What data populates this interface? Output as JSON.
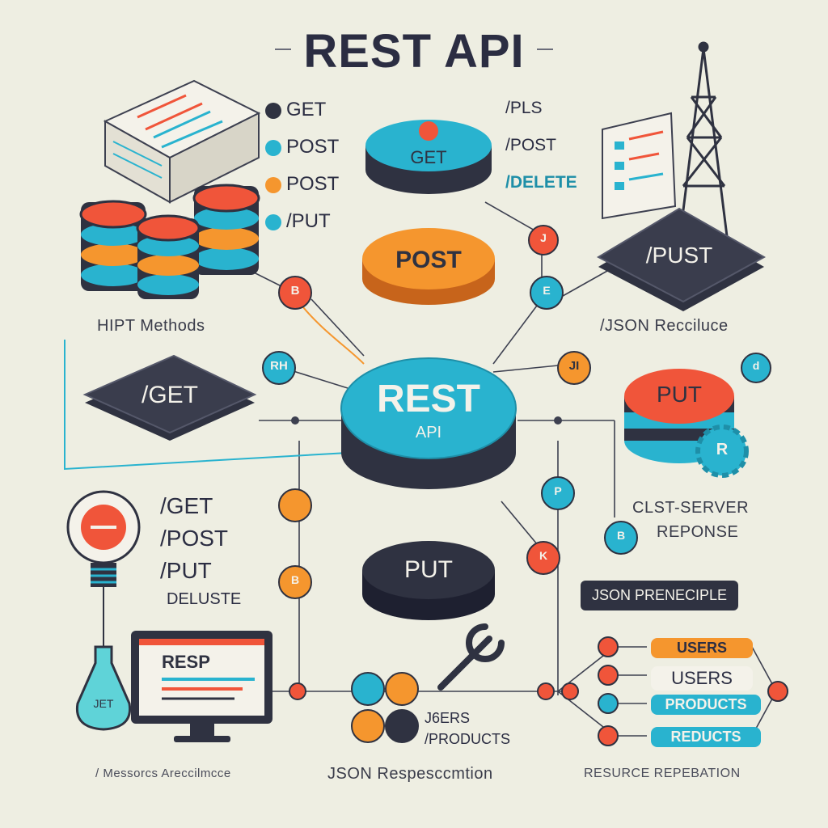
{
  "title": "REST API",
  "colors": {
    "background": "#eeeee2",
    "dark": "#2f3241",
    "orange": "#f0553a",
    "amber": "#f5962e",
    "teal": "#29b3cf",
    "navy": "#2b2d42"
  },
  "methods_list": {
    "items": [
      "GET",
      "POST",
      "POST",
      "/PUT"
    ],
    "caption": "HIPT Methods"
  },
  "top_center": {
    "disc_label": "GET",
    "routes": [
      "/PLS",
      "/POST",
      "/DELETE"
    ]
  },
  "top_right": {
    "disc_label": "/PUST",
    "caption": "/JSON Recciluce"
  },
  "center": {
    "post_disc": "POST",
    "rest_title": "REST",
    "rest_sub": "API",
    "put_disc": "PUT"
  },
  "left_disc": "/GET",
  "right_disc": "PUT",
  "nodes": {
    "b": "B",
    "rh": "RH",
    "ji": "JI",
    "j": "J",
    "e": "E",
    "p": "P",
    "d": "D",
    "s": "B",
    "k": "K",
    "gear": "R",
    "screen": "B",
    "chart": "d"
  },
  "bottom_left": {
    "routes": [
      "/GET",
      "/POST",
      "/PUT",
      "DELUSTE"
    ],
    "bulb_label": "JET",
    "monitor_title": "RESP",
    "caption": "/ Messorcs Areccilmcce"
  },
  "bottom_center": {
    "routes": [
      "J6ERS",
      "/PRODUCTS"
    ],
    "caption": "JSON Respesccmtion"
  },
  "right_mid": {
    "caption_line1": "CLST-SERVER",
    "caption_line2": "REPONSE",
    "badge": "JSON PRENECIPLE"
  },
  "bottom_right": {
    "pills": [
      "USERS",
      "USERS",
      "PRODUCTS",
      "REDUCTS"
    ],
    "caption": "RESURCE REPEBATION"
  }
}
